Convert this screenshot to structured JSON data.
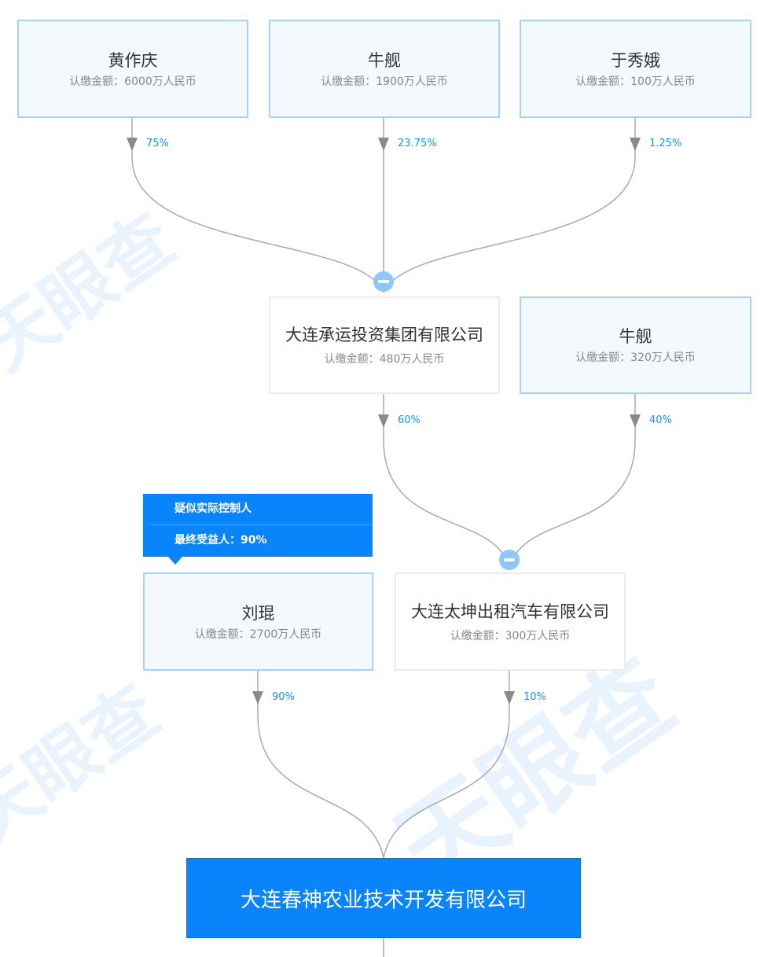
{
  "watermark": "天眼查",
  "shareholders_l1": [
    {
      "name": "黄作庆",
      "amount": "认缴金额：6000万人民币",
      "percent": "75%"
    },
    {
      "name": "牛舰",
      "amount": "认缴金额：1900万人民币",
      "percent": "23.75%"
    },
    {
      "name": "于秀娥",
      "amount": "认缴金额：100万人民币",
      "percent": "1.25%"
    }
  ],
  "shareholders_l2": [
    {
      "name": "大连承运投资集团有限公司",
      "amount": "认缴金额：480万人民币",
      "percent": "60%"
    },
    {
      "name": "牛舰",
      "amount": "认缴金额：320万人民币",
      "percent": "40%"
    }
  ],
  "shareholders_l3": [
    {
      "name": "刘琨",
      "amount": "认缴金额：2700万人民币",
      "percent": "90%"
    },
    {
      "name": "大连太坤出租汽车有限公司",
      "amount": "认缴金额：300万人民币",
      "percent": "10%"
    }
  ],
  "tooltip": {
    "line1": "疑似实际控制人",
    "line2": "最终受益人：90%"
  },
  "target": {
    "name": "大连春神农业技术开发有限公司"
  },
  "colors": {
    "accent": "#0a84fb",
    "person_border": "#a6d3fb",
    "percent": "#1d8efa"
  }
}
